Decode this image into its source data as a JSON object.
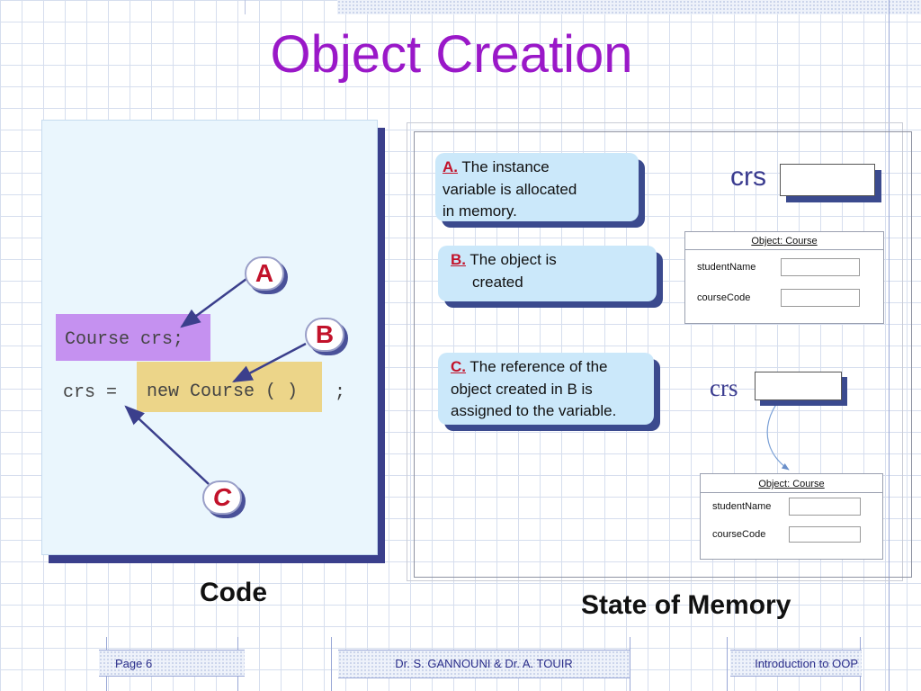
{
  "slide": {
    "title": "Object Creation"
  },
  "code": {
    "line1": "Course crs;",
    "line2_var": "crs =",
    "line2_expr": "new Course ( )",
    "line2_end": ";",
    "caption": "Code"
  },
  "badges": {
    "a": "A",
    "b": "B",
    "c": "C"
  },
  "memory": {
    "caption": "State of Memory",
    "variable_label_top": "crs",
    "variable_label_bottom": "crs",
    "object_top": {
      "title": "Object: Course",
      "field1": "studentName",
      "field2": "courseCode"
    },
    "object_bottom": {
      "title": "Object: Course",
      "field1": "studentName",
      "field2": "courseCode"
    }
  },
  "notes": {
    "a": {
      "letter": "A.",
      "line1": "The instance",
      "line2": "variable  is  allocated",
      "line3": "in memory."
    },
    "b": {
      "letter": "B.",
      "line1": "The object  is",
      "line2": "created"
    },
    "c": {
      "letter": "C.",
      "line1": "The reference of the",
      "line2": "object created in B  is",
      "line3": "assigned to the variable."
    }
  },
  "footer": {
    "page": "Page 6",
    "authors": "Dr. S. GANNOUNI & Dr.  A. TOUIR",
    "course": "Introduction to OOP"
  },
  "colors": {
    "title": "#9a18c8",
    "highlight_declaration": "#c591f0",
    "highlight_new": "#ecd589",
    "note_background": "#cbe8fa",
    "badge_letter": "#c2122a",
    "arrow": "#3b3f8c"
  }
}
